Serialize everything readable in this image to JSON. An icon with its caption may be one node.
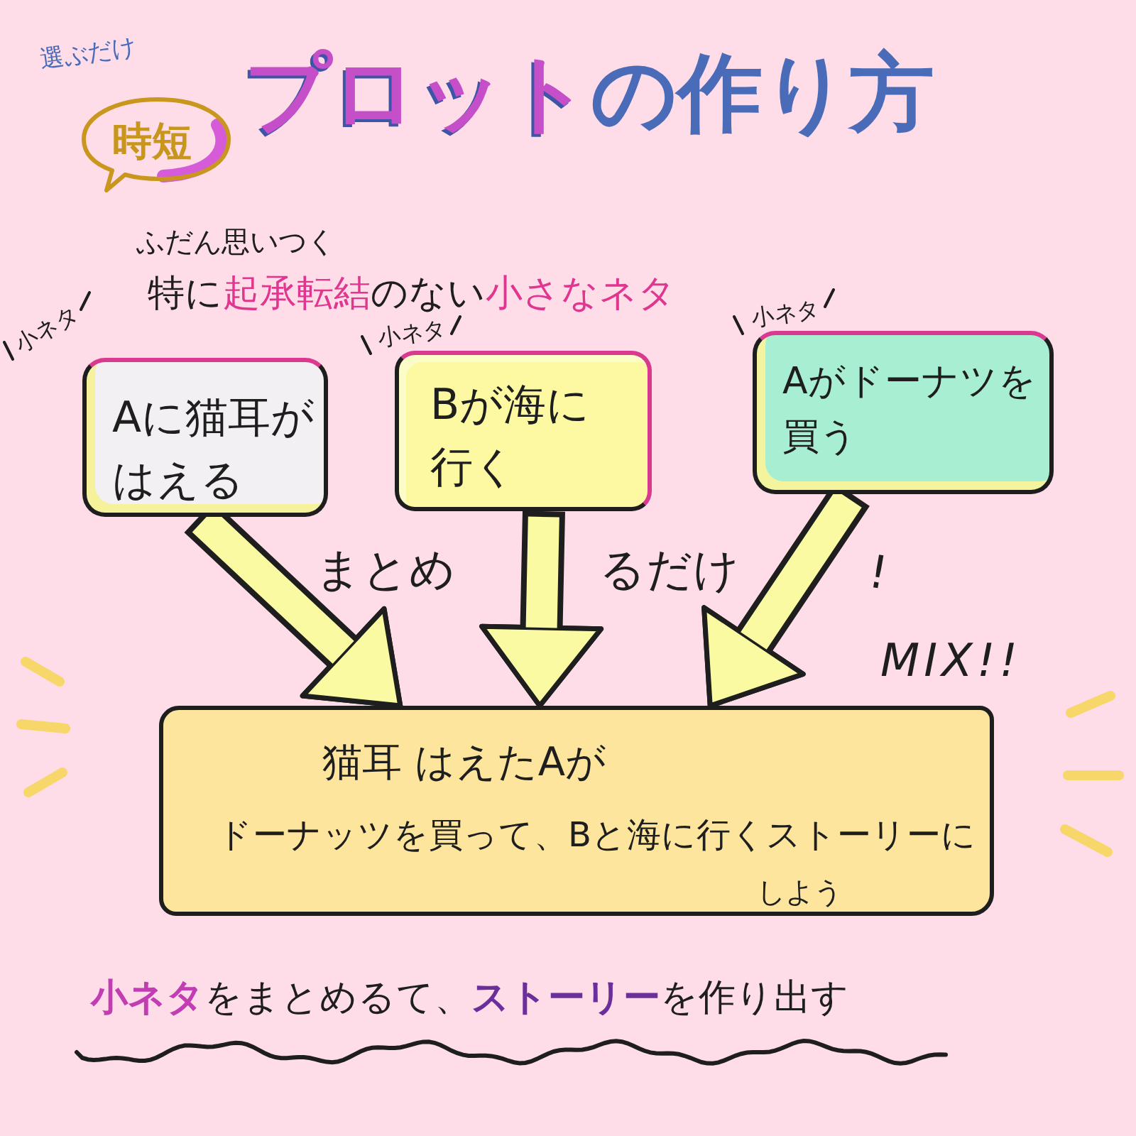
{
  "diagram": {
    "title": "**プロット**の作り方",
    "nodes": [
      {
        "text": [
          "時短"
        ]
      },
      {
        "text": [
          "Aに猫耳がはえる"
        ],
        "beside": [
          "小ネタ"
        ]
      },
      {
        "text": [
          "Bが海に行く"
        ],
        "beside": [
          "小ネタ"
        ]
      },
      {
        "text": [
          "Aがドーナツを買う"
        ],
        "beside": [
          "小ネタ"
        ]
      },
      {
        "text": [
          "猫耳 はえたAが",
          "ドーナッツを買って、Bと海に行くストーリーに",
          "しよう"
        ]
      }
    ],
    "edges": [
      {
        "from": 1,
        "to": 4,
        "arrow": "to"
      },
      {
        "from": 2,
        "to": 4,
        "arrow": "to"
      },
      {
        "from": 3,
        "to": 4,
        "arrow": "to"
      }
    ],
    "labels": [
      "選ぶだけ",
      "ふだん思いつく",
      "特に**起承転結**のない**小さなネタ**",
      "まとめ",
      "るだけ",
      "!",
      "MIX!!",
      "**小ネタ**をまとめるて、**ストーリー**を作り出す"
    ]
  }
}
